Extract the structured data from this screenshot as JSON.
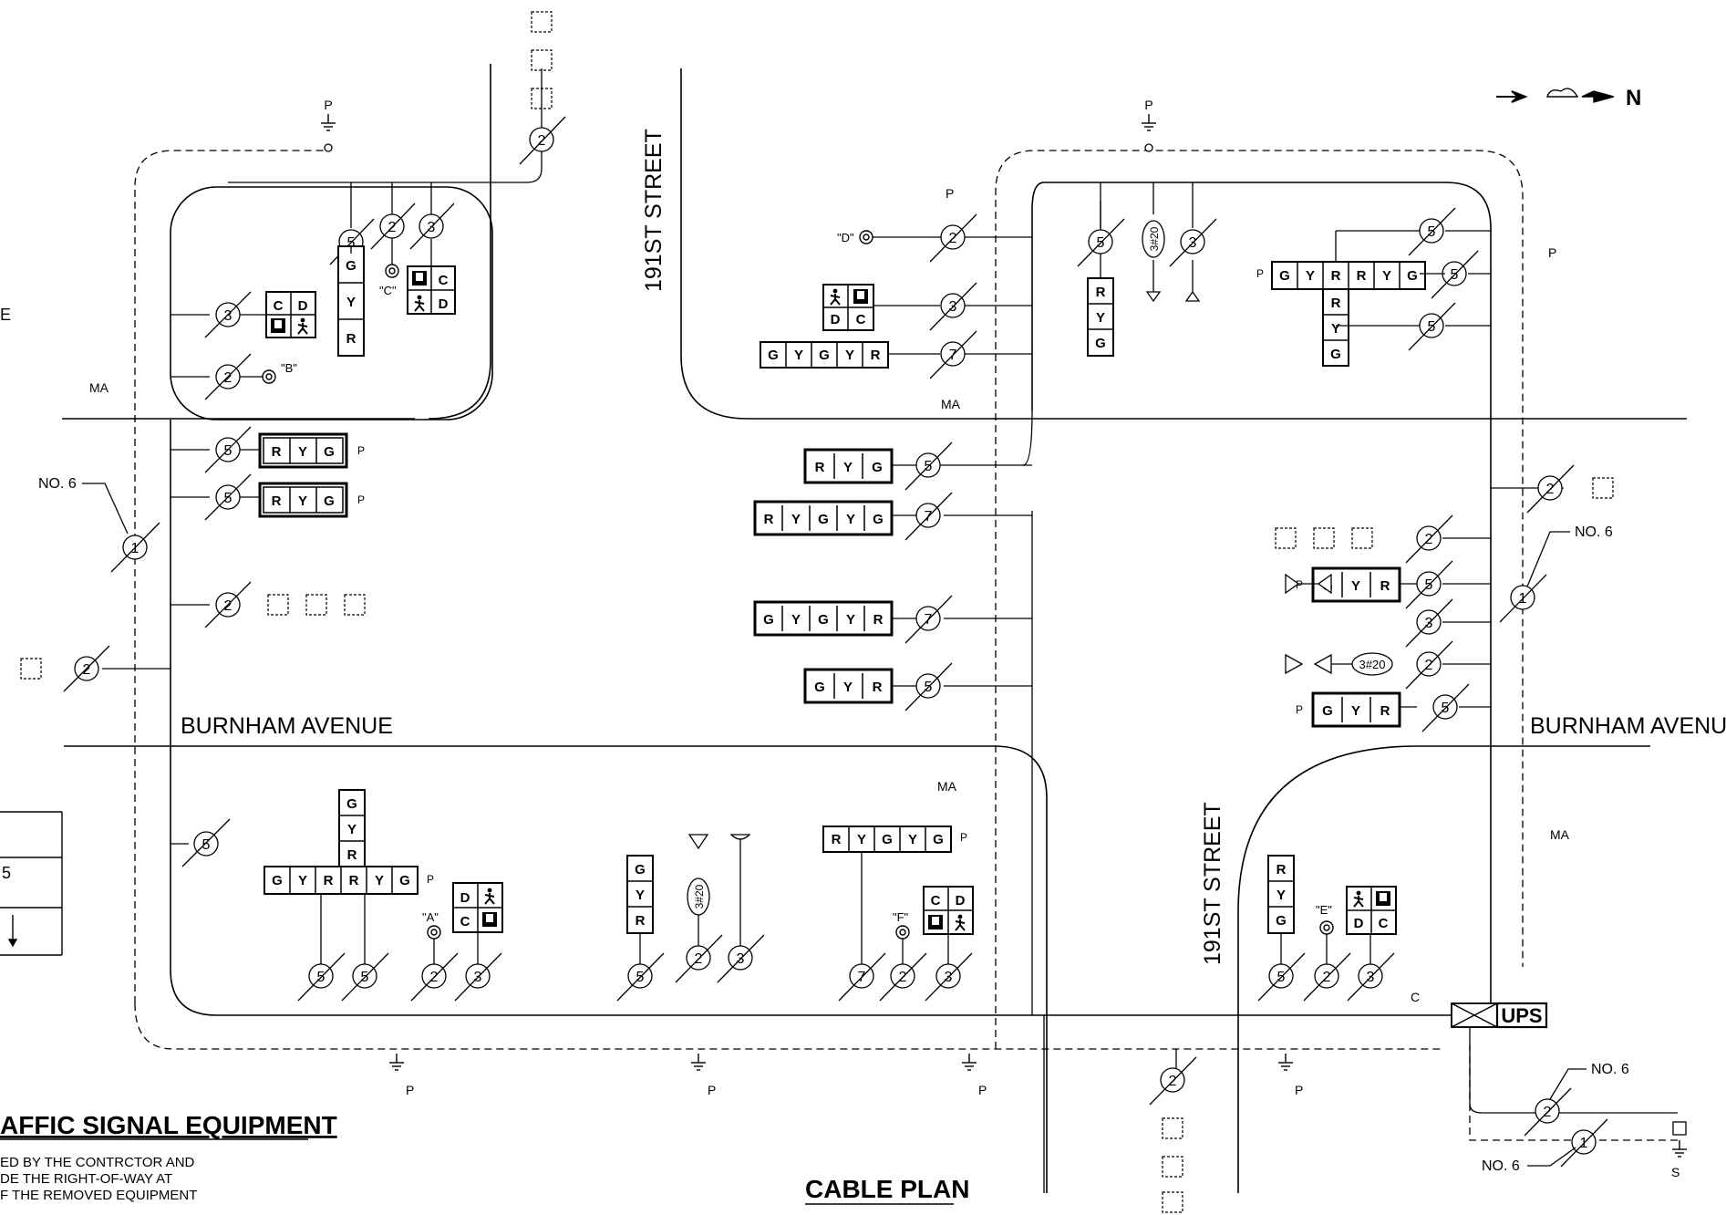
{
  "streets": {
    "avenue_left": "BURNHAM AVENUE",
    "avenue_right": "BURNHAM AVENUE",
    "street_upper": "191ST STREET",
    "street_lower": "191ST STREET"
  },
  "north_arrow_label": "N",
  "plan_title": "CABLE PLAN",
  "equipment_heading": "AFFIC SIGNAL EQUIPMENT",
  "equipment_note": [
    "ED BY THE CONTRCTOR AND",
    "DE THE RIGHT-OF-WAY AT",
    "F THE REMOVED EQUIPMENT"
  ],
  "edge_fragment": "E",
  "legend_table": {
    "value": "5"
  },
  "ups_label": "UPS",
  "cable_sizes": [
    "1",
    "2",
    "3",
    "5",
    "7",
    "3#20"
  ],
  "detector_labels": [
    "\"A\"",
    "\"B\"",
    "\"C\"",
    "\"D\"",
    "\"E\"",
    "\"F\""
  ],
  "ground_labels": {
    "pull": "P",
    "mast_arm": "MA",
    "service": "S",
    "controller": "C"
  },
  "conductor_labels": [
    "NO. 6",
    "NO. 6",
    "NO. 6",
    "NO. 6"
  ],
  "signal_letters": [
    "R",
    "Y",
    "G",
    "C",
    "D",
    "P"
  ],
  "colors": {
    "ink": "#000000",
    "background": "#ffffff"
  }
}
